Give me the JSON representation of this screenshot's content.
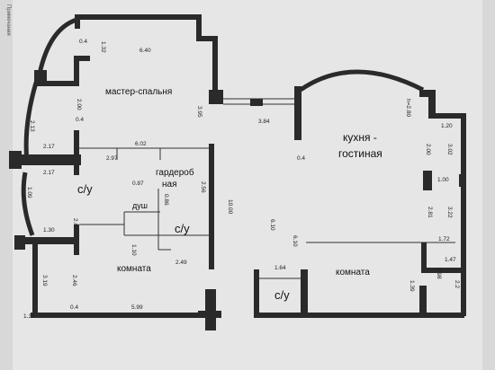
{
  "plan": {
    "side_note": "Примечания",
    "rooms": {
      "master_bedroom": "мастер-спальня",
      "kitchen_living_1": "кухня -",
      "kitchen_living_2": "гостиная",
      "bath_left": "с/у",
      "wardrobe_1": "гардероб",
      "wardrobe_2": "ная",
      "shower": "душ",
      "bath_center": "с/у",
      "room_left": "комната",
      "room_right": "комната",
      "bath_right": "с/у"
    },
    "dims": {
      "d_0_4_top": "0.4",
      "d_1_32": "1.32",
      "d_6_40": "6.40",
      "d_2_00": "2.00",
      "d_0_4_a": "0.4",
      "d_2_13": "2.13",
      "d_3_95": "3.95",
      "d_3_84": "3.84",
      "d_h2_80": "h=2.80",
      "d_1_20": "1.20",
      "d_2_17_a": "2.17",
      "d_6_02": "6.02",
      "d_2_97": "2.97",
      "d_2_17_b": "2.17",
      "d_2_00_b": "2.00",
      "d_3_02": "3.02",
      "d_0_4_b": "0.4",
      "d_1_00": "1.00",
      "d_1_09": "1.09",
      "d_0_87": "0.87",
      "d_2_56": "2.56",
      "d_0_86": "0.86",
      "d_10_00": "10.00",
      "d_2_81": "2.81",
      "d_3_22": "3.22",
      "d_2_80": "2.80",
      "d_1_30": "1.30",
      "d_6_10_a": "6.10",
      "d_1_10": "1.10",
      "d_6_10_b": "6.10",
      "d_1_72": "1.72",
      "d_2_49": "2.49",
      "d_1_47": "1.47",
      "d_1_64": "1.64",
      "d_2_98": "2.98",
      "d_2_2": "2.2",
      "d_3_19": "3.19",
      "d_2_46": "2.46",
      "d_1_39": "1.39",
      "d_1_33": "1.33",
      "d_0_4_c": "0.4",
      "d_5_99": "5.99"
    }
  }
}
